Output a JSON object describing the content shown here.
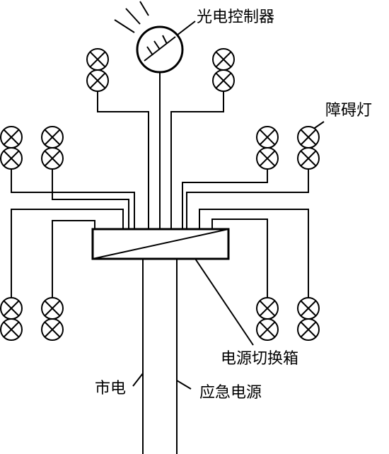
{
  "labels": {
    "photo_controller": "光电控制器",
    "obstacle_light": "障碍灯",
    "switch_box": "电源切换箱",
    "mains": "市电",
    "emergency_power": "应急电源"
  },
  "lamp_symbol": "circle-with-x",
  "line_color": "#000000",
  "background": "#ffffff"
}
